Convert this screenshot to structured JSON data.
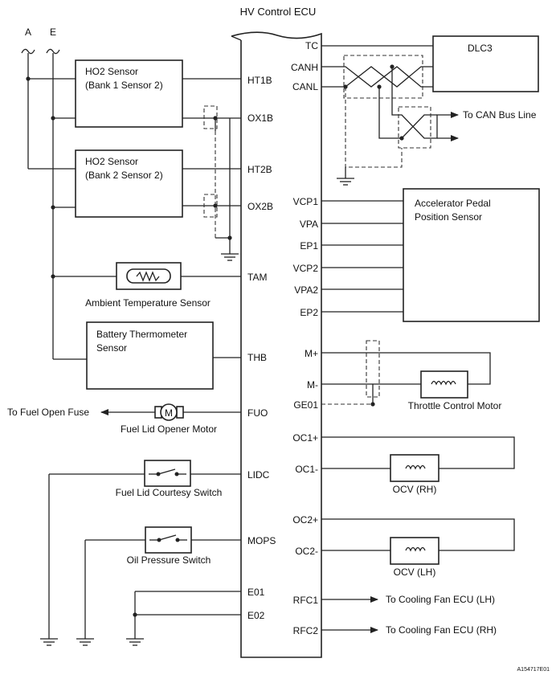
{
  "ecu": {
    "title": "HV Control ECU",
    "pins_left": [
      "HT1B",
      "OX1B",
      "HT2B",
      "OX2B",
      "TAM",
      "THB",
      "FUO",
      "LIDC",
      "MOPS",
      "E01",
      "E02"
    ],
    "pins_right": [
      "TC",
      "CANH",
      "CANL",
      "VCP1",
      "VPA",
      "EP1",
      "VCP2",
      "VPA2",
      "EP2",
      "M+",
      "M-",
      "GE01",
      "OC1+",
      "OC1-",
      "OC2+",
      "OC2-",
      "RFC1",
      "RFC2"
    ]
  },
  "supplies": {
    "a": "A",
    "e": "E"
  },
  "components": {
    "ho2_1": [
      "HO2 Sensor",
      "(Bank 1 Sensor 2)"
    ],
    "ho2_2": [
      "HO2 Sensor",
      "(Bank 2 Sensor 2)"
    ],
    "ambient": "Ambient Temperature Sensor",
    "battery": [
      "Battery Thermometer",
      "Sensor"
    ],
    "fuel_motor": "Fuel Lid Opener Motor",
    "motor_symbol": "M",
    "fuel_switch": "Fuel Lid Courtesy Switch",
    "oil_switch": "Oil Pressure Switch",
    "dlc3": "DLC3",
    "accel": [
      "Accelerator Pedal",
      "Position Sensor"
    ],
    "throttle": "Throttle Control Motor",
    "ocv_rh": "OCV (RH)",
    "ocv_lh": "OCV (LH)"
  },
  "destinations": {
    "can_bus": "To CAN Bus Line",
    "fuel_fuse": "To Fuel Open Fuse",
    "fan_lh": "To Cooling Fan ECU (LH)",
    "fan_rh": "To Cooling Fan ECU (RH)"
  },
  "figure_id": "A154717E01",
  "colors": {
    "line": "#222222",
    "background": "#ffffff"
  }
}
